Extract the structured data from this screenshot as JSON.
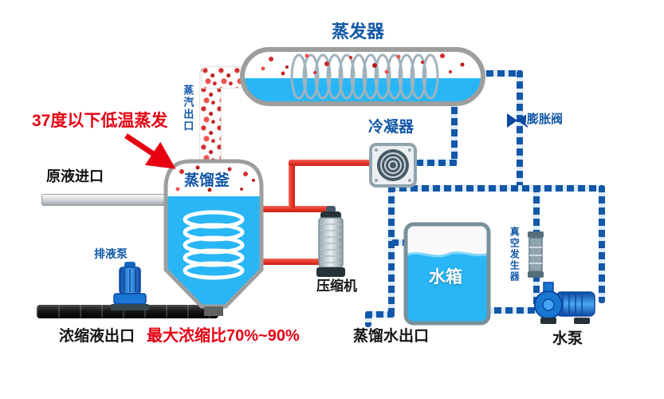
{
  "labels": {
    "evaporator": "蒸发器",
    "note": "37度以下低温蒸发",
    "steam_outlet": "蒸汽出口",
    "raw_liquid_inlet": "原液进口",
    "distillation_kettle": "蒸馏釜",
    "condenser": "冷凝器",
    "expansion_valve": "膨胀阀",
    "drain_pump": "排液泵",
    "compressor": "压缩机",
    "water_tank": "水箱",
    "vacuum_generator": "真空发生器",
    "water_pump": "水泵",
    "concentrate_outlet": "浓缩液出口",
    "max_concentration": "最大浓缩比70%~90%",
    "distilled_water_outlet": "蒸馏水出口"
  },
  "colors": {
    "label_blue": "#1257a8",
    "note_red": "#e60012",
    "pipe_red": "#e8392b",
    "pipe_blue": "#1257a8",
    "liquid_blue": "#29b6f6"
  }
}
